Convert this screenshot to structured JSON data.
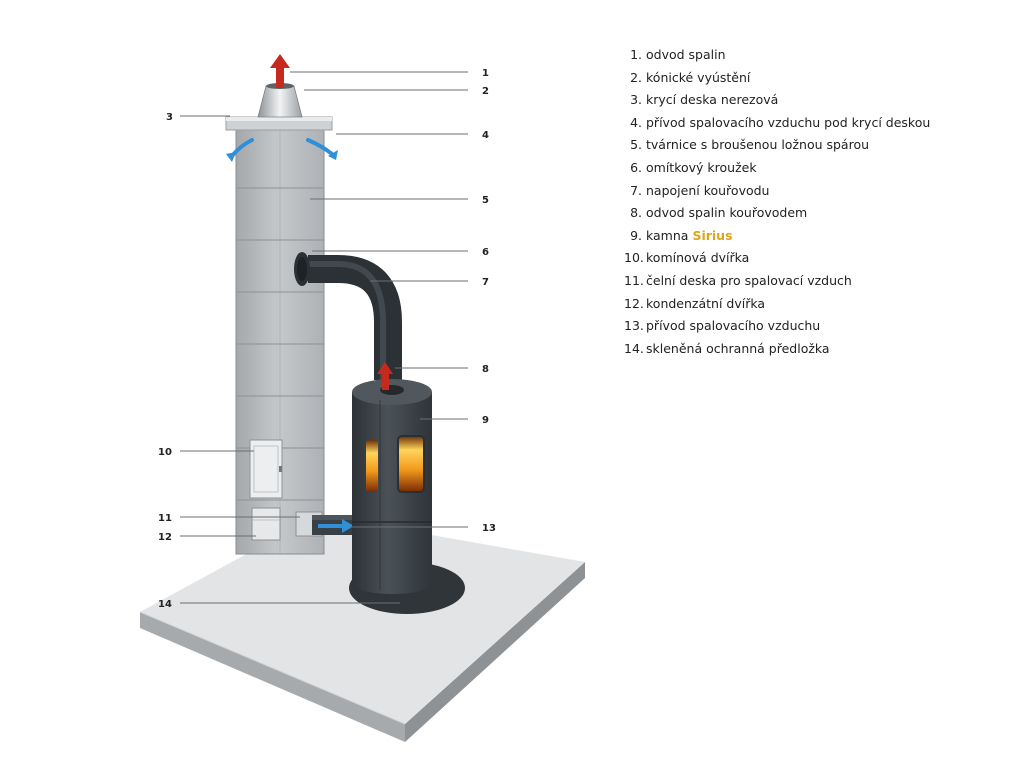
{
  "callout_numbers": {
    "n1": "1",
    "n2": "2",
    "n3": "3",
    "n4": "4",
    "n5": "5",
    "n6": "6",
    "n7": "7",
    "n8": "8",
    "n9": "9",
    "n10": "10",
    "n11": "11",
    "n12": "12",
    "n13": "13",
    "n14": "14"
  },
  "legend": {
    "items": [
      {
        "number": "1.",
        "text": "odvod spalin"
      },
      {
        "number": "2.",
        "text": "kónické vyústění"
      },
      {
        "number": "3.",
        "text": "krycí deska nerezová"
      },
      {
        "number": "4.",
        "text": "přívod spalovacího vzduchu pod krycí deskou"
      },
      {
        "number": "5.",
        "text": "tvárnice s broušenou ložnou spárou"
      },
      {
        "number": "6.",
        "text": "omítkový kroužek"
      },
      {
        "number": "7.",
        "text": "napojení kouřovodu"
      },
      {
        "number": "8.",
        "text": "odvod spalin kouřovodem"
      },
      {
        "number": "9.",
        "text": "kamna",
        "highlight": "Sirius"
      },
      {
        "number": "10.",
        "text": "komínová dvířka"
      },
      {
        "number": "11.",
        "text": "čelní deska pro spalovací vzduch"
      },
      {
        "number": "12.",
        "text": "kondenzátní dvířka"
      },
      {
        "number": "13.",
        "text": "přívod spalovacího vzduchu"
      },
      {
        "number": "14.",
        "text": "skleněná ochranná předložka"
      }
    ]
  },
  "colors": {
    "exhaust_arrow": "#c62a1e",
    "air_arrow": "#2f8fd8",
    "highlight": "#e0a41a",
    "stove": "#3f474c",
    "chimney_block": "#b9bcbf"
  },
  "icons": [
    "exhaust-arrow-icon",
    "air-intake-arrow-icon"
  ]
}
